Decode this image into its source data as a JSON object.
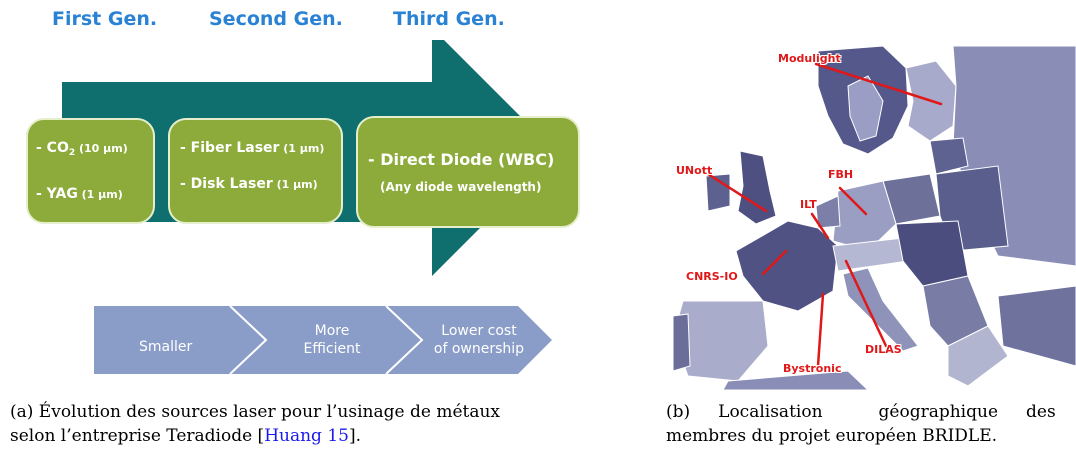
{
  "left_panel": {
    "generations": [
      "First Gen.",
      "Second Gen.",
      "Third Gen."
    ],
    "box1": {
      "line1_prefix": "- CO",
      "line1_sub": "2",
      "line1_unit": " (10 µm)",
      "line2_main": "- YAG",
      "line2_unit": " (1 µm)"
    },
    "box2": {
      "line1_main": "- Fiber Laser",
      "line1_unit": " (1 µm)",
      "line2_main": "- Disk Laser",
      "line2_unit": " (1 µm)"
    },
    "box3": {
      "line1": "- Direct Diode (WBC)",
      "line2": "(Any diode wavelength)"
    },
    "chevrons": {
      "c1": "Smaller",
      "c2_l1": "More",
      "c2_l2": "Efficient",
      "c3_l1": "Lower cost",
      "c3_l2": "of ownership"
    },
    "caption": {
      "line1": "(a) Évolution des sources laser pour l’usinage de métaux",
      "line2_pre": "selon l’entreprise Teradiode [",
      "cite": "Huang 15",
      "line2_post": "]."
    }
  },
  "right_panel": {
    "labels": [
      "Modulight",
      "UNott",
      "FBH",
      "ILT",
      "CNRS-IO",
      "Bystronic",
      "DILAS"
    ],
    "caption": {
      "line1_a": "(b)",
      "line1_b": "Localisation",
      "line1_c": "géographique",
      "line1_d": "des",
      "line2": "membres du projet européen BRIDLE."
    }
  },
  "colors": {
    "gen_text": "#2a82d4",
    "arrow": "#0f6e6e",
    "box": "#8dab3a",
    "chevron": "#8a9cc8",
    "map_land": "#5a5a88",
    "label_red": "#e01818",
    "cite": "#1a1aee"
  }
}
